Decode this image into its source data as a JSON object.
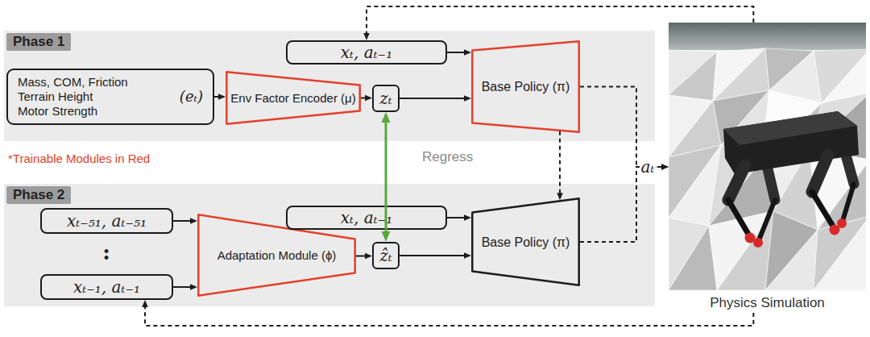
{
  "diagram": {
    "nodes": [
      {
        "text": [
          "Phase 1"
        ]
      },
      {
        "text": [
          "xₜ, aₜ₋₁"
        ],
        "in": 0
      },
      {
        "text": [
          "Mass, COM, Friction",
          "Terrain Height",
          "Motor Strength",
          "(eₜ)"
        ],
        "in": 0
      },
      {
        "text": [
          "Env Factor Encoder (μ)"
        ],
        "in": 0
      },
      {
        "text": [
          "zₜ"
        ],
        "in": 0
      },
      {
        "text": [
          "Base Policy (π)"
        ],
        "in": 0
      },
      {
        "text": [
          "Phase 2"
        ]
      },
      {
        "text": [
          "xₜ₋₅₁, aₜ₋₅₁"
        ],
        "in": 6
      },
      {
        "text": [
          "xₜ₋₁, aₜ₋₁"
        ],
        "in": 6
      },
      {
        "text": [
          "Adaptation Module (ϕ)"
        ],
        "in": 6
      },
      {
        "text": [
          "ẑₜ"
        ],
        "in": 6
      },
      {
        "text": [
          "xₜ, aₜ₋₁"
        ],
        "in": 6
      },
      {
        "text": [
          "Base Policy (π)"
        ],
        "in": 6
      },
      {
        "text": [
          "Physics Simulation"
        ]
      }
    ],
    "edges": [
      {
        "from": 13,
        "to": 1,
        "arrow": "to"
      },
      {
        "from": 1,
        "to": 5,
        "arrow": "to"
      },
      {
        "from": 2,
        "to": 3,
        "arrow": "to"
      },
      {
        "from": 3,
        "to": 4,
        "arrow": "to"
      },
      {
        "from": 4,
        "to": 5,
        "arrow": "to"
      },
      {
        "from": 5,
        "to": 13,
        "arrow": "to"
      },
      {
        "from": 5,
        "to": 12,
        "arrow": "to"
      },
      {
        "from": 4,
        "to": 10,
        "arrow": "both",
        "label": "Regress"
      },
      {
        "from": 13,
        "to": 8,
        "arrow": "to"
      },
      {
        "from": 7,
        "to": 9,
        "arrow": "to"
      },
      {
        "from": 8,
        "to": 9,
        "arrow": "to"
      },
      {
        "from": 9,
        "to": 10,
        "arrow": "to"
      },
      {
        "from": 10,
        "to": 12,
        "arrow": "to"
      },
      {
        "from": 11,
        "to": 12,
        "arrow": "to"
      },
      {
        "from": 12,
        "to": 13,
        "arrow": "to"
      }
    ],
    "labels": [
      "*Trainable Modules in Red",
      ":",
      "aₜ"
    ]
  }
}
